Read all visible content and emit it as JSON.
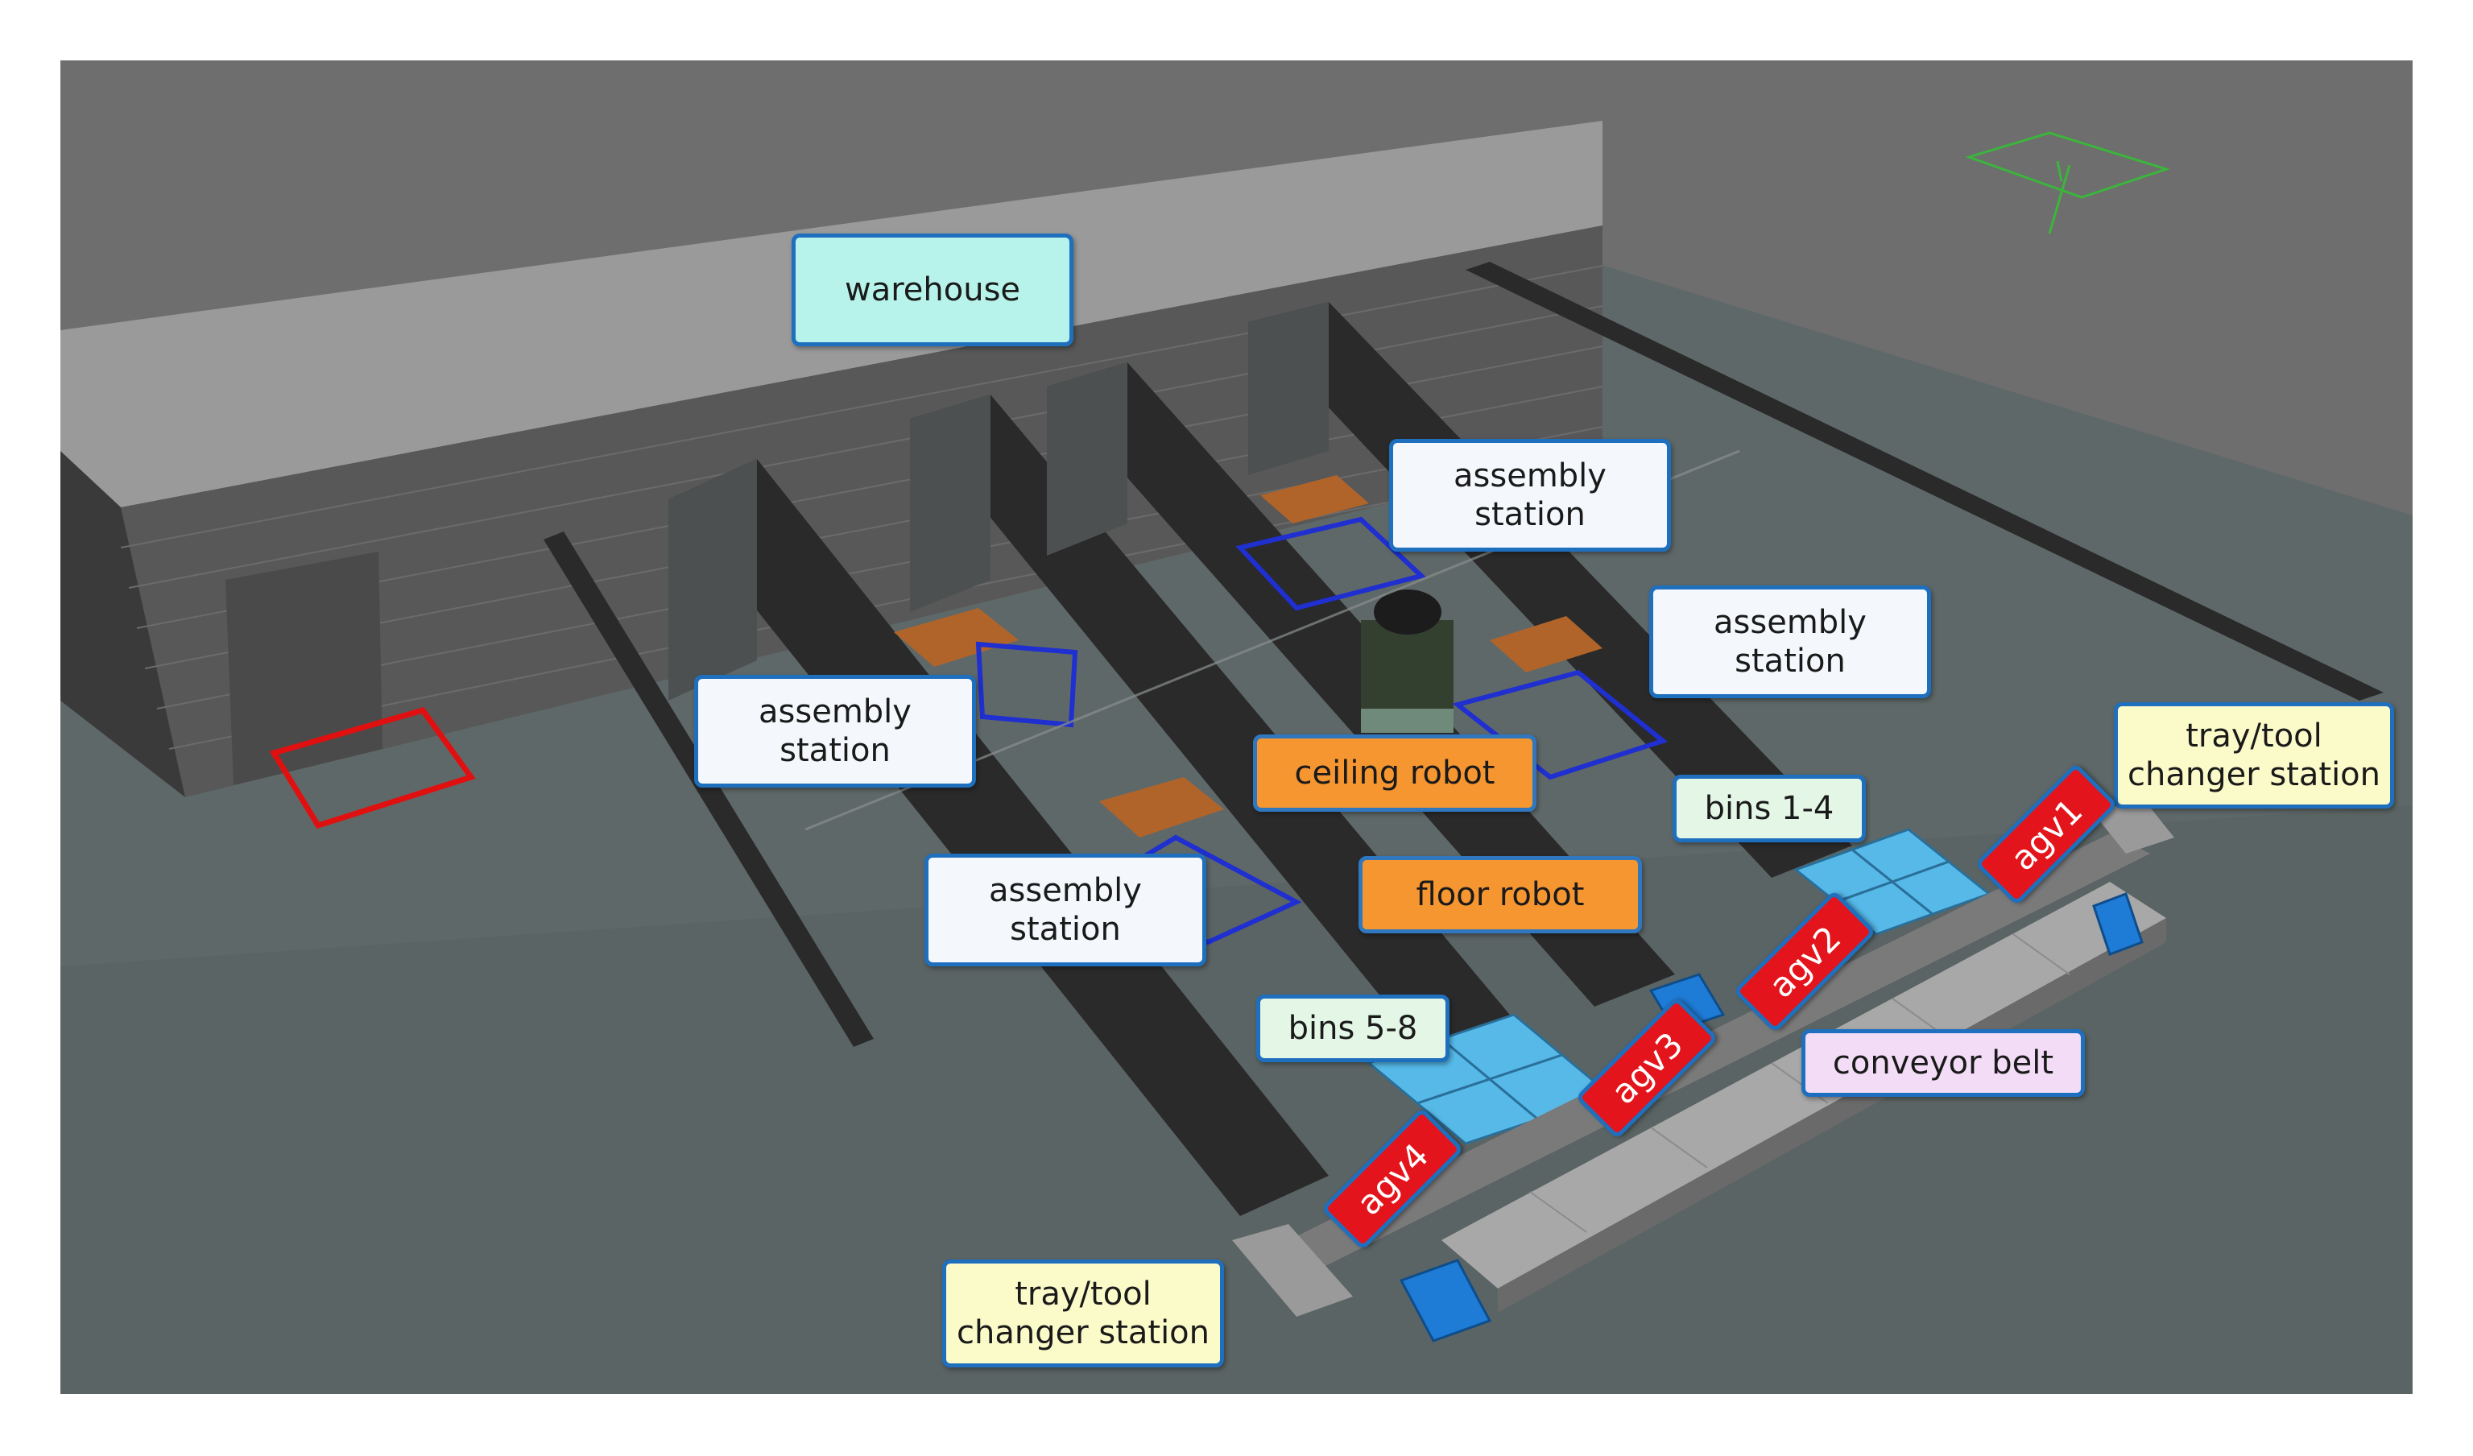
{
  "labels": {
    "warehouse": "warehouse",
    "assembly_station_1": "assembly\nstation",
    "assembly_station_2": "assembly\nstation",
    "assembly_station_3": "assembly\nstation",
    "assembly_station_4": "assembly\nstation",
    "ceiling_robot": "ceiling robot",
    "floor_robot": "floor robot",
    "bins_1_4": "bins 1-4",
    "bins_5_8": "bins 5-8",
    "tray_tool_changer_top": "tray/tool\nchanger station",
    "tray_tool_changer_bottom": "tray/tool\nchanger station",
    "conveyor_belt": "conveyor belt",
    "agv1": "agv1",
    "agv2": "agv2",
    "agv3": "agv3",
    "agv4": "agv4"
  },
  "colors": {
    "label_border": "#1f6fbf",
    "station_label_fill": "#f4f8fc",
    "warehouse_label_fill": "#b7f3ea",
    "bins_label_fill": "#e4f7e6",
    "tray_label_fill": "#fbfbc9",
    "robot_label_fill": "#f69631",
    "conveyor_label_fill": "#f2dcf6",
    "agv_label_fill": "#e3141b",
    "floor": "#5f6868",
    "sky": "#6e6e6e",
    "station_outline": "#1f2fd0",
    "warehouse_door_outline": "#e01010",
    "bin_fill": "#56b9e8"
  }
}
